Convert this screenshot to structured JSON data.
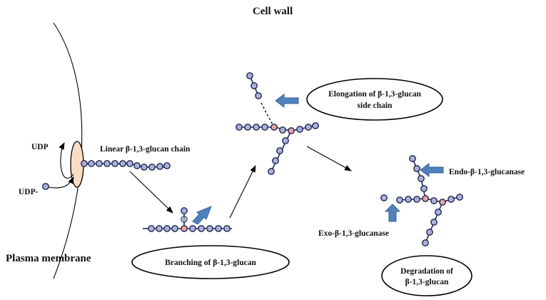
{
  "labels": {
    "cell_wall": "Cell wall",
    "plasma_membrane": "Plasma membrane",
    "udp": "UDP",
    "udp_glucose": "UDP-",
    "linear_chain": "Linear β-1,3-glucan  chain",
    "elongation_line1": "Elongation of β-1,3-glucan",
    "elongation_line2": "side chain",
    "branching": "Branching of β-1,3-glucan",
    "endo": "Endo-β-1,3-glucanase",
    "exo": "Exo-β-1,3-glucanase",
    "degradation_line1": "Degradation of",
    "degradation_line2": "β-1,3-glucan"
  },
  "colors": {
    "glucose_unit": "#aab2dc",
    "branch_point": "#e6a3a3",
    "synthase": "#f8dcc4",
    "enzyme_arrow": "#4f81bd"
  }
}
